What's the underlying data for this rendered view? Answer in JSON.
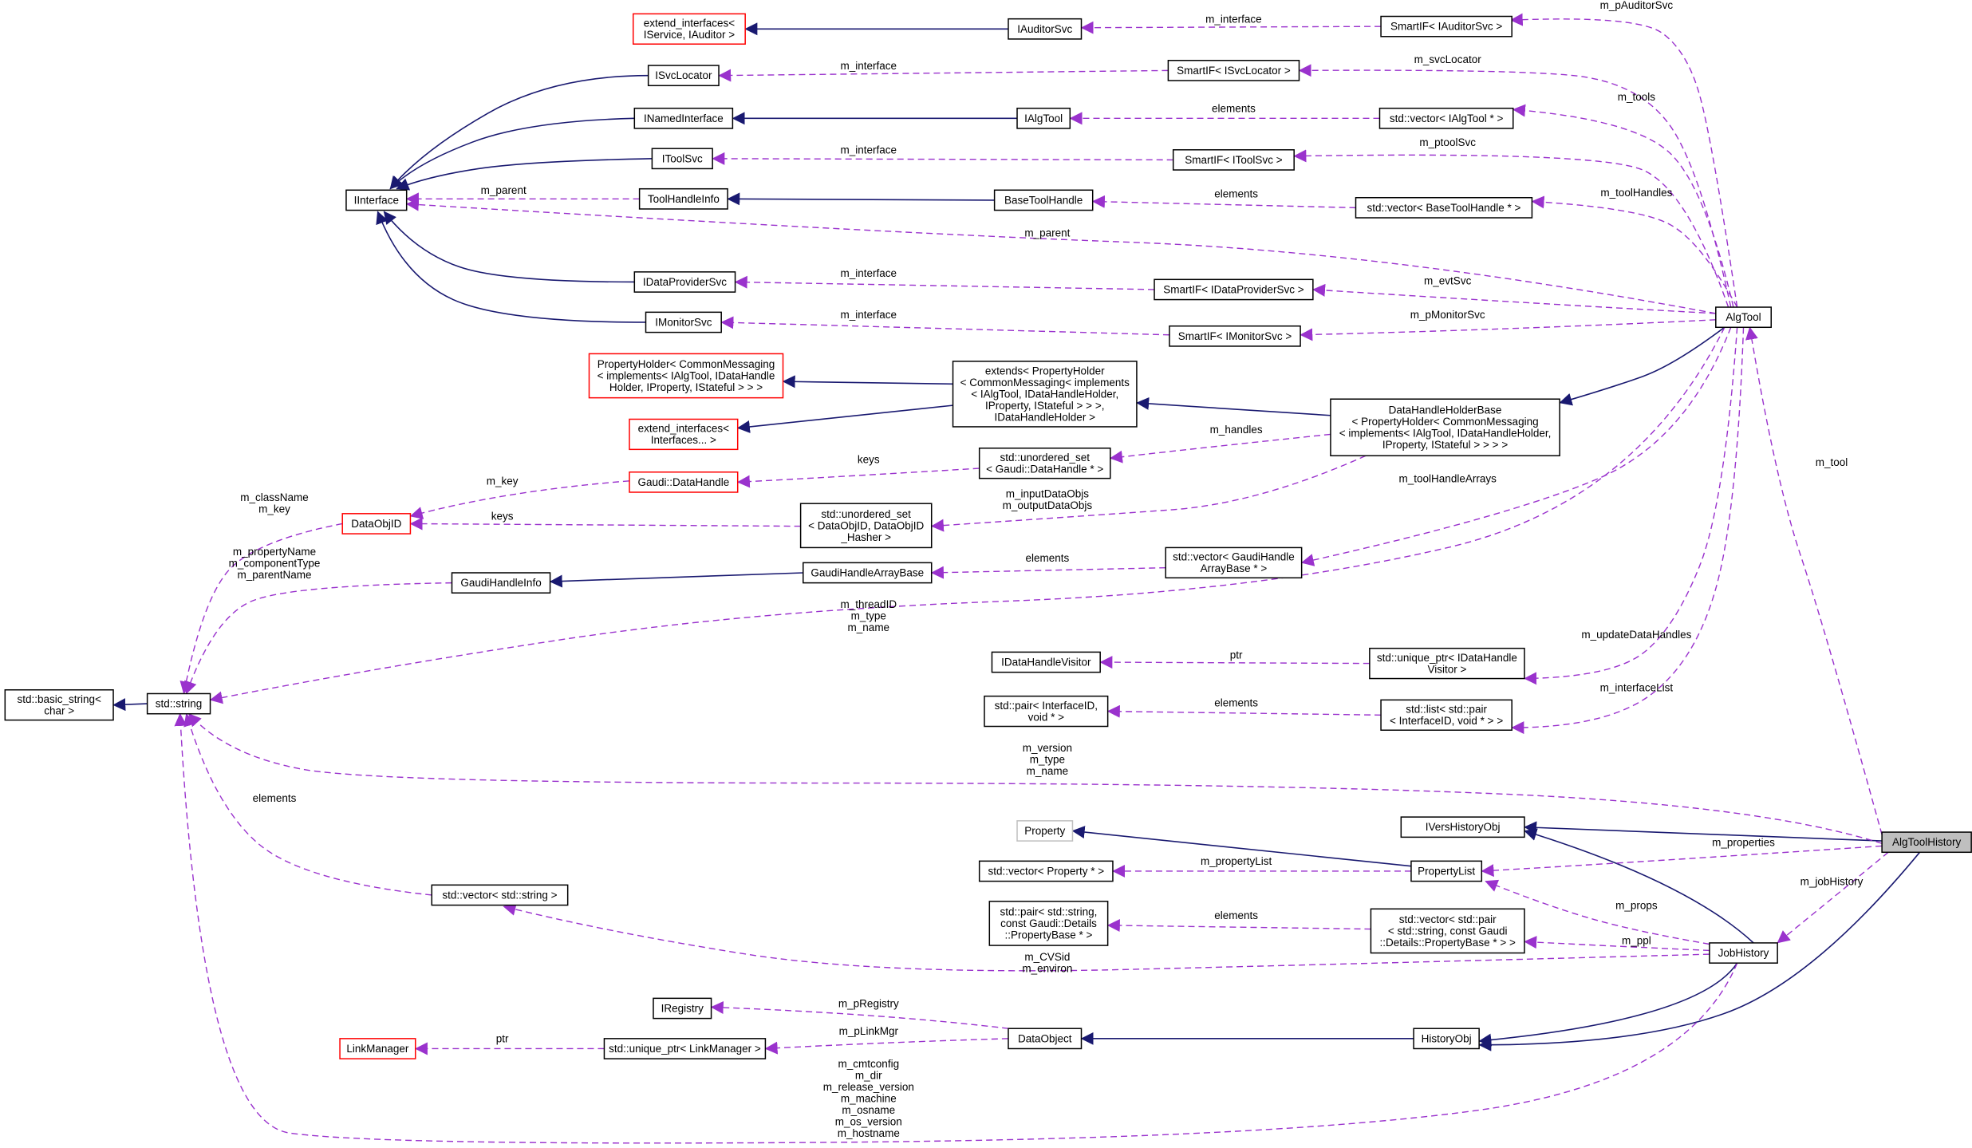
{
  "diagram": {
    "nodes": {
      "extend_interfaces_1": {
        "lines": [
          "extend_interfaces<",
          "IService, IAuditor >"
        ],
        "border": "red"
      },
      "IAuditorSvc": {
        "lines": [
          "IAuditorSvc"
        ],
        "border": "black"
      },
      "SmartIF_IAuditorSvc": {
        "lines": [
          "SmartIF< IAuditorSvc >"
        ],
        "border": "black"
      },
      "ISvcLocator": {
        "lines": [
          "ISvcLocator"
        ],
        "border": "black"
      },
      "SmartIF_ISvcLocator": {
        "lines": [
          "SmartIF< ISvcLocator >"
        ],
        "border": "black"
      },
      "INamedInterface": {
        "lines": [
          "INamedInterface"
        ],
        "border": "black"
      },
      "IAlgTool": {
        "lines": [
          "IAlgTool"
        ],
        "border": "black"
      },
      "vector_IAlgTool": {
        "lines": [
          "std::vector< IAlgTool * >"
        ],
        "border": "black"
      },
      "IToolSvc": {
        "lines": [
          "IToolSvc"
        ],
        "border": "black"
      },
      "SmartIF_IToolSvc": {
        "lines": [
          "SmartIF< IToolSvc >"
        ],
        "border": "black"
      },
      "IInterface": {
        "lines": [
          "IInterface"
        ],
        "border": "black"
      },
      "ToolHandleInfo": {
        "lines": [
          "ToolHandleInfo"
        ],
        "border": "black"
      },
      "BaseToolHandle": {
        "lines": [
          "BaseToolHandle"
        ],
        "border": "black"
      },
      "vector_BaseToolHandle": {
        "lines": [
          "std::vector< BaseToolHandle * >"
        ],
        "border": "black"
      },
      "IDataProviderSvc": {
        "lines": [
          "IDataProviderSvc"
        ],
        "border": "black"
      },
      "SmartIF_IDataProviderSvc": {
        "lines": [
          "SmartIF< IDataProviderSvc >"
        ],
        "border": "black"
      },
      "AlgTool": {
        "lines": [
          "AlgTool"
        ],
        "border": "black"
      },
      "IMonitorSvc": {
        "lines": [
          "IMonitorSvc"
        ],
        "border": "black"
      },
      "SmartIF_IMonitorSvc": {
        "lines": [
          "SmartIF< IMonitorSvc >"
        ],
        "border": "black"
      },
      "PropertyHolder_CM": {
        "lines": [
          "PropertyHolder< CommonMessaging",
          "< implements< IAlgTool, IDataHandle",
          "Holder, IProperty, IStateful > > >"
        ],
        "border": "red"
      },
      "extends_PH": {
        "lines": [
          "extends< PropertyHolder",
          "< CommonMessaging< implements",
          "< IAlgTool, IDataHandleHolder,",
          "IProperty, IStateful > > >,",
          "IDataHandleHolder >"
        ],
        "border": "black"
      },
      "DataHandleHolderBase": {
        "lines": [
          "DataHandleHolderBase",
          "< PropertyHolder< CommonMessaging",
          "< implements< IAlgTool, IDataHandleHolder,",
          "IProperty, IStateful > > > >"
        ],
        "border": "black"
      },
      "extend_interfaces_2": {
        "lines": [
          "extend_interfaces<",
          "Interfaces... >"
        ],
        "border": "red"
      },
      "Gaudi_DataHandle": {
        "lines": [
          "Gaudi::DataHandle"
        ],
        "border": "red"
      },
      "unordered_set_DH": {
        "lines": [
          "std::unordered_set",
          "< Gaudi::DataHandle * >"
        ],
        "border": "black"
      },
      "DataObjID": {
        "lines": [
          "DataObjID"
        ],
        "border": "red"
      },
      "unordered_set_DOI": {
        "lines": [
          "std::unordered_set",
          "< DataObjID, DataObjID",
          "_Hasher >"
        ],
        "border": "black"
      },
      "GaudiHandleInfo": {
        "lines": [
          "GaudiHandleInfo"
        ],
        "border": "black"
      },
      "GaudiHandleArrayBase": {
        "lines": [
          "GaudiHandleArrayBase"
        ],
        "border": "black"
      },
      "vector_GHAB": {
        "lines": [
          "std::vector< GaudiHandle",
          "ArrayBase * >"
        ],
        "border": "black"
      },
      "std_basic_string": {
        "lines": [
          "std::basic_string<",
          "char >"
        ],
        "border": "black"
      },
      "std_string": {
        "lines": [
          "std::string"
        ],
        "border": "black"
      },
      "IDataHandleVisitor": {
        "lines": [
          "IDataHandleVisitor"
        ],
        "border": "black"
      },
      "unique_ptr_IDHV": {
        "lines": [
          "std::unique_ptr< IDataHandle",
          "Visitor >"
        ],
        "border": "black"
      },
      "pair_InterfaceID": {
        "lines": [
          "std::pair< InterfaceID,",
          "void * >"
        ],
        "border": "black"
      },
      "list_pair": {
        "lines": [
          "std::list< std::pair",
          "< InterfaceID, void * > >"
        ],
        "border": "black"
      },
      "Property": {
        "lines": [
          "Property"
        ],
        "border": "gray"
      },
      "IVersHistoryObj": {
        "lines": [
          "IVersHistoryObj"
        ],
        "border": "black"
      },
      "AlgToolHistory": {
        "lines": [
          "AlgToolHistory"
        ],
        "border": "black",
        "fill": "gray"
      },
      "vector_Property": {
        "lines": [
          "std::vector< Property * >"
        ],
        "border": "black"
      },
      "PropertyList": {
        "lines": [
          "PropertyList"
        ],
        "border": "black"
      },
      "vector_string": {
        "lines": [
          "std::vector< std::string >"
        ],
        "border": "black"
      },
      "pair_string_PB": {
        "lines": [
          "std::pair< std::string,",
          "const Gaudi::Details",
          "::PropertyBase * >"
        ],
        "border": "black"
      },
      "vector_pair_PB": {
        "lines": [
          "std::vector< std::pair",
          "< std::string, const Gaudi",
          "::Details::PropertyBase * > >"
        ],
        "border": "black"
      },
      "JobHistory": {
        "lines": [
          "JobHistory"
        ],
        "border": "black"
      },
      "IRegistry": {
        "lines": [
          "IRegistry"
        ],
        "border": "black"
      },
      "LinkManager": {
        "lines": [
          "LinkManager"
        ],
        "border": "red"
      },
      "unique_ptr_LM": {
        "lines": [
          "std::unique_ptr< LinkManager >"
        ],
        "border": "black"
      },
      "DataObject": {
        "lines": [
          "DataObject"
        ],
        "border": "black"
      },
      "HistoryObj": {
        "lines": [
          "HistoryObj"
        ],
        "border": "black"
      }
    },
    "edge_labels": {
      "m_interface_auditor": [
        "m_interface"
      ],
      "m_pAuditorSvc": [
        "m_pAuditorSvc"
      ],
      "m_interface_svclocator": [
        "m_interface"
      ],
      "m_svcLocator": [
        "m_svcLocator"
      ],
      "elements_algtool": [
        "elements"
      ],
      "m_tools": [
        "m_tools"
      ],
      "m_interface_toolsvc": [
        "m_interface"
      ],
      "m_ptoolSvc": [
        "m_ptoolSvc"
      ],
      "m_parent_toolhandle": [
        "m_parent"
      ],
      "elements_basetoolhandle": [
        "elements"
      ],
      "m_toolHandles": [
        "m_toolHandles"
      ],
      "m_parent_algtool": [
        "m_parent"
      ],
      "m_interface_dataprovider": [
        "m_interface"
      ],
      "m_evtSvc": [
        "m_evtSvc"
      ],
      "m_interface_monitor": [
        "m_interface"
      ],
      "m_pMonitorSvc": [
        "m_pMonitorSvc"
      ],
      "m_handles": [
        "m_handles"
      ],
      "m_tool": [
        "m_tool"
      ],
      "keys_datahandle": [
        "keys"
      ],
      "m_key": [
        "m_key"
      ],
      "keys_dataobjid": [
        "keys"
      ],
      "m_classname_key": [
        "m_className",
        "m_key"
      ],
      "m_inout_dataobjs": [
        "m_inputDataObjs",
        "m_outputDataObjs"
      ],
      "m_toolHandleArrays": [
        "m_toolHandleArrays"
      ],
      "m_propname": [
        "m_propertyName",
        "m_componentType",
        "m_parentName"
      ],
      "elements_ghab": [
        "elements"
      ],
      "m_threadid": [
        "m_threadID",
        "m_type",
        "m_name"
      ],
      "ptr_visitor": [
        "ptr"
      ],
      "m_updateDataHandles": [
        "m_updateDataHandles"
      ],
      "elements_pair": [
        "elements"
      ],
      "m_interfaceList": [
        "m_interfaceList"
      ],
      "m_version": [
        "m_version",
        "m_type",
        "m_name"
      ],
      "elements_vecstring": [
        "elements"
      ],
      "m_propertyList": [
        "m_propertyList"
      ],
      "m_properties": [
        "m_properties"
      ],
      "m_jobHistory": [
        "m_jobHistory"
      ],
      "m_props": [
        "m_props"
      ],
      "elements_pairpb": [
        "elements"
      ],
      "m_ppl": [
        "m_ppl"
      ],
      "m_cvsid": [
        "m_CVSid",
        "m_environ"
      ],
      "m_pRegistry": [
        "m_pRegistry"
      ],
      "ptr_linkmanager": [
        "ptr"
      ],
      "m_pLinkMgr": [
        "m_pLinkMgr"
      ],
      "m_cmtconfig": [
        "m_cmtconfig",
        "m_dir",
        "m_release_version",
        "m_machine",
        "m_osname",
        "m_os_version",
        "m_hostname"
      ]
    }
  }
}
